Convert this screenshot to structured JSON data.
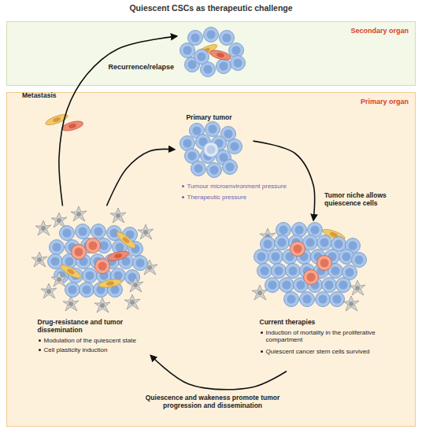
{
  "diagram": {
    "title": "Quiescent CSCs as therapeutic challenge",
    "nodes": [
      {
        "text": [
          "Secondary organ"
        ]
      },
      {
        "text": [
          "Recurrence/relapse"
        ],
        "in": 0
      },
      {
        "text": [
          "Primary organ"
        ]
      },
      {
        "text": [
          "Primary tumor",
          "Tumour microenvironment pressure",
          "Therapeutic pressure"
        ],
        "in": 2
      },
      {
        "text": [
          "Current therapies",
          "Induction of mortality in the proliferative compartment",
          "Quiescent cancer stem cells survived"
        ],
        "in": 2
      },
      {
        "text": [
          "Drug-resistance and tumor dissemination",
          "Modulation of the quiescent state",
          "Cell plasticity induction"
        ],
        "in": 2
      }
    ],
    "edges": [
      {
        "from": 3,
        "to": 4,
        "arrow": "to",
        "label": "Tumor niche allows quiescence cells"
      },
      {
        "from": 4,
        "to": 5,
        "arrow": "to",
        "label": "Quiescence and wakeness promote tumor progression and dissemination"
      },
      {
        "from": 5,
        "to": 3,
        "arrow": "to"
      },
      {
        "from": 5,
        "to": 1,
        "arrow": "to",
        "label": "Metastasis"
      }
    ]
  }
}
